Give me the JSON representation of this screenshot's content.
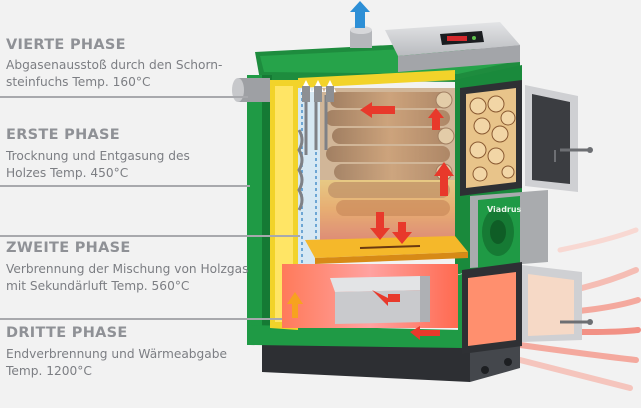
{
  "phases": [
    {
      "title": "VIERTE PHASE",
      "desc": [
        "Abgasenausstoß durch den Schorn-",
        "steinfuchs Temp. 160°C"
      ]
    },
    {
      "title": "ERSTE PHASE",
      "desc": [
        "Trocknung und Entgasung des",
        "Holzes Temp. 450°C"
      ]
    },
    {
      "title": "ZWEITE PHASE",
      "desc": [
        "Verbrennung der Mischung von Holzgas",
        "mit Sekundärluft Temp. 560°C"
      ]
    },
    {
      "title": "DRITTE PHASE",
      "desc": [
        "Endverbrennung und Wärmeabgabe",
        "Temp. 1200°C"
      ]
    }
  ],
  "brand_label": "Viadrus",
  "colors": {
    "boiler_green": "#1f9a45",
    "insulation_yellow": "#f2d32a",
    "arrow_red": "#e8392b",
    "flame_orange": "#f79a1f",
    "exhaust_blue": "#2d8fd6",
    "label_gray": "#8f9196"
  }
}
